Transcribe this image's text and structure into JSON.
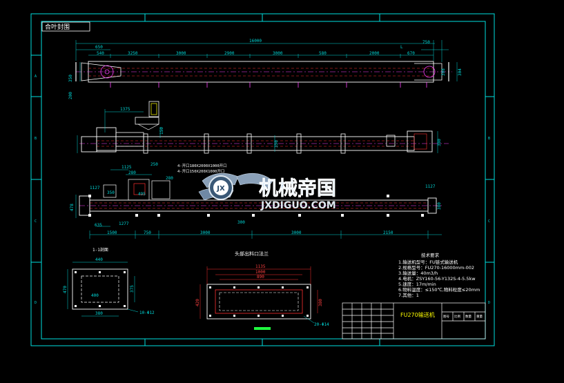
{
  "drawing": {
    "corner_label": "合叶封围",
    "elevation_dims": {
      "overall_length": "16000",
      "left_offset": "650",
      "seg_540": "540",
      "seg_3250": "3250",
      "seg_3000a": "3000",
      "seg_2900": "2900",
      "seg_3000b": "3000",
      "seg_580": "580",
      "seg_2000": "2000",
      "seg_670": "670",
      "seg_L": "L",
      "right_750": "750",
      "height_left": "350",
      "height_left2": "200",
      "height_right": "304",
      "height_right2": "308"
    },
    "side_dims": {
      "drive_1375": "1375",
      "drive_h": "150",
      "mid_h": "350",
      "right_h": "380"
    },
    "plan_dims": {
      "note_line1": "4-开口180X2000X1000开口",
      "note_line2": "4-开口150X200X1000开口",
      "d_1125": "1125",
      "d_280": "280",
      "d_250": "250",
      "d_280b": "280",
      "d_1500": "1500",
      "d_750": "750",
      "d_3000a": "3000",
      "d_3000b": "3000",
      "d_2150": "2150",
      "d_300": "300",
      "d_495": "495",
      "d_635": "635",
      "left_label": "1127",
      "right_label": "1127",
      "bottom_label": "1277",
      "small_label": "350",
      "height_478": "478",
      "h_380": "380"
    },
    "inlet_section": {
      "title": "1-1剖面",
      "w_440": "440",
      "w_400": "400",
      "w_380": "380",
      "h_470": "470",
      "h_375": "375",
      "callout": "10-Φ12"
    },
    "outlet_section": {
      "title": "头部出料口法兰",
      "w_top": "1135",
      "w_mid": "1000",
      "w_low": "890",
      "h_420": "420",
      "h_380": "380",
      "callout": "20-Φ14"
    },
    "tech_req": {
      "title": "技术要求",
      "items": [
        "1.输送机型号：FU链式输送机",
        "2.规格型号：FU270-16000mm-002",
        "3.输送量：40m3/h",
        "4.电机：ZSY160-56-Y132S-4-5.5kw",
        "5.速度：17m/min",
        "6.物料温度：≤150℃,物料粒度≤20mm",
        "7.其他：1"
      ]
    },
    "title_block": {
      "drawing_name": "FU270输送机",
      "code_cells": [
        "图号",
        "比例",
        "数量",
        "重量"
      ]
    },
    "watermark": {
      "badge_text": "JX",
      "cn_text": "机械帝国",
      "en_text": "JXDIGUO.COM"
    }
  },
  "colors": {
    "background": "#000000",
    "frame": "#00e0e0",
    "dimension": "#00d8d8",
    "body_line": "#ffffff",
    "hidden_line": "#ff3030",
    "magenta": "#ff40ff",
    "yellow": "#ffff00",
    "green": "#20ff40"
  }
}
